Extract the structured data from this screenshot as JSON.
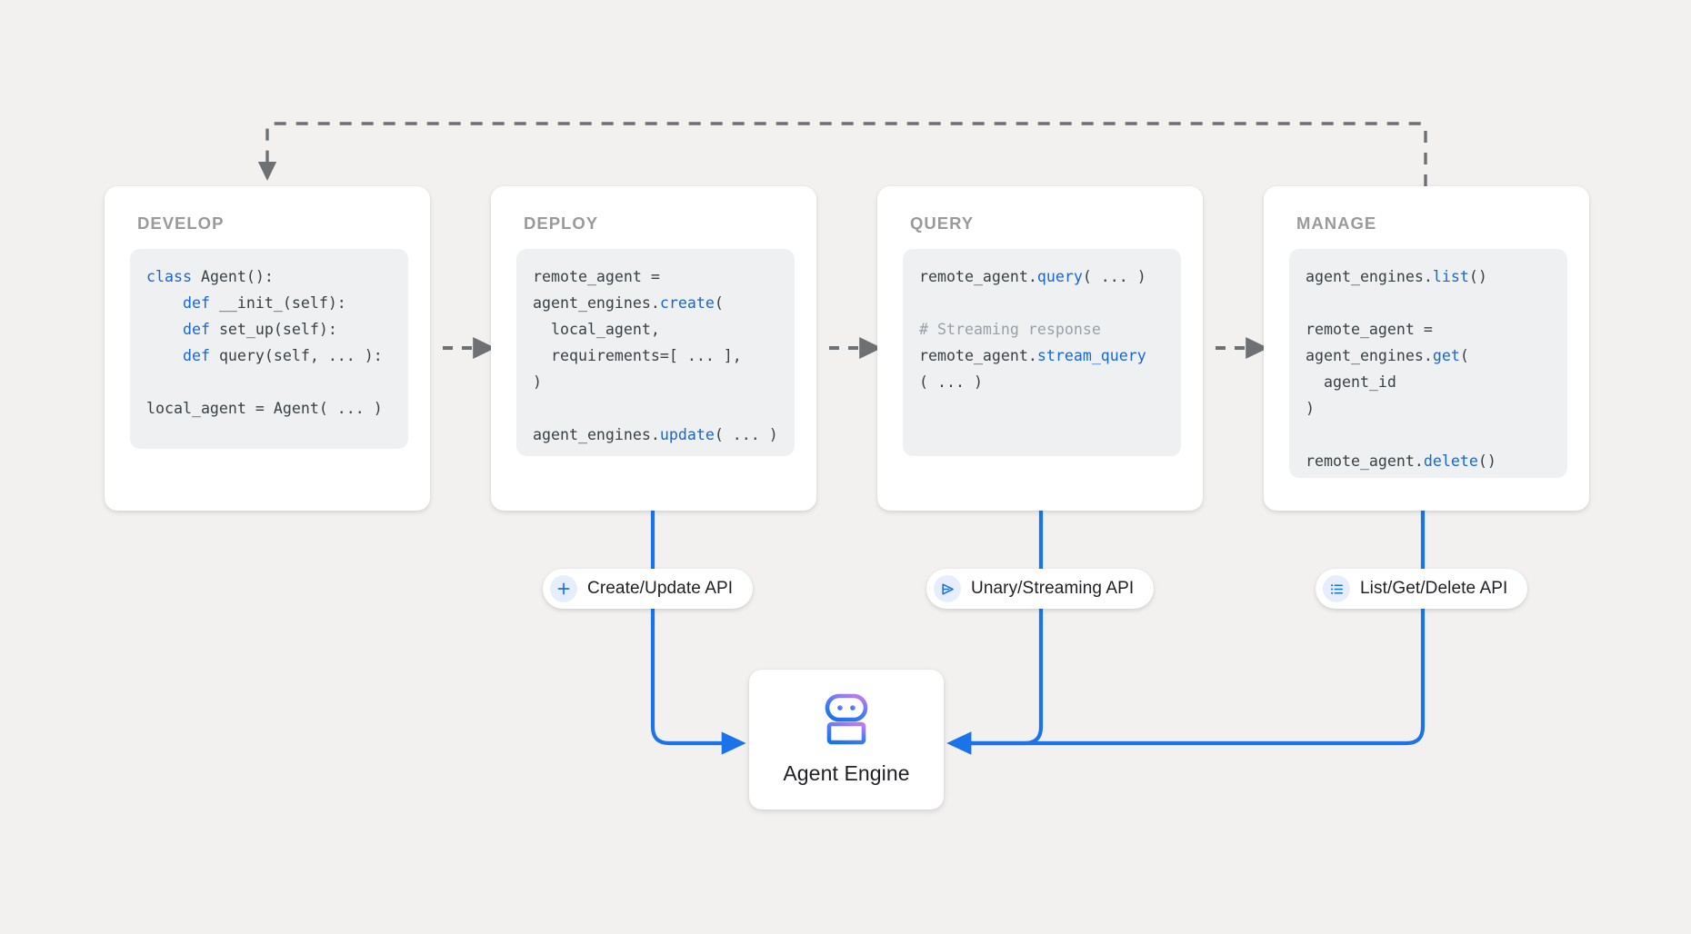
{
  "canvas": {
    "background_color": "#f2f1ef",
    "accent_blue": "#1a73e8",
    "code_keyword_color": "#1967d2",
    "comment_color": "#9aa0a6",
    "dashed_arrow_color": "#6e7174"
  },
  "stages": [
    {
      "title": "DEVELOP",
      "code_lines": [
        [
          {
            "t": "class ",
            "s": "kw"
          },
          {
            "t": "Agent():",
            "s": "plain"
          }
        ],
        [
          {
            "t": "    ",
            "s": "plain"
          },
          {
            "t": "def ",
            "s": "kw"
          },
          {
            "t": "__init_(self):",
            "s": "plain"
          }
        ],
        [
          {
            "t": "    ",
            "s": "plain"
          },
          {
            "t": "def ",
            "s": "kw"
          },
          {
            "t": "set_up(self):",
            "s": "plain"
          }
        ],
        [
          {
            "t": "    ",
            "s": "plain"
          },
          {
            "t": "def ",
            "s": "kw"
          },
          {
            "t": "query(self, ... ):",
            "s": "plain"
          }
        ],
        [
          {
            "t": "",
            "s": "plain"
          }
        ],
        [
          {
            "t": "local_agent = Agent( ... )",
            "s": "plain"
          }
        ]
      ]
    },
    {
      "title": "DEPLOY",
      "code_lines": [
        [
          {
            "t": "remote_agent =",
            "s": "plain"
          }
        ],
        [
          {
            "t": "agent_engines.",
            "s": "plain"
          },
          {
            "t": "create",
            "s": "fn"
          },
          {
            "t": "(",
            "s": "plain"
          }
        ],
        [
          {
            "t": "  local_agent,",
            "s": "plain"
          }
        ],
        [
          {
            "t": "  requirements=[ ... ],",
            "s": "plain"
          }
        ],
        [
          {
            "t": ")",
            "s": "plain"
          }
        ],
        [
          {
            "t": "",
            "s": "plain"
          }
        ],
        [
          {
            "t": "agent_engines.",
            "s": "plain"
          },
          {
            "t": "update",
            "s": "fn"
          },
          {
            "t": "( ... )",
            "s": "plain"
          }
        ]
      ]
    },
    {
      "title": "QUERY",
      "code_lines": [
        [
          {
            "t": "remote_agent.",
            "s": "plain"
          },
          {
            "t": "query",
            "s": "fn"
          },
          {
            "t": "( ... )",
            "s": "plain"
          }
        ],
        [
          {
            "t": "",
            "s": "plain"
          }
        ],
        [
          {
            "t": "# Streaming response",
            "s": "cmt"
          }
        ],
        [
          {
            "t": "remote_agent.",
            "s": "plain"
          },
          {
            "t": "stream_query",
            "s": "fn"
          }
        ],
        [
          {
            "t": "( ... )",
            "s": "plain"
          }
        ]
      ]
    },
    {
      "title": "MANAGE",
      "code_lines": [
        [
          {
            "t": "agent_engines.",
            "s": "plain"
          },
          {
            "t": "list",
            "s": "fn"
          },
          {
            "t": "()",
            "s": "plain"
          }
        ],
        [
          {
            "t": "",
            "s": "plain"
          }
        ],
        [
          {
            "t": "remote_agent =",
            "s": "plain"
          }
        ],
        [
          {
            "t": "agent_engines.",
            "s": "plain"
          },
          {
            "t": "get",
            "s": "fn"
          },
          {
            "t": "(",
            "s": "plain"
          }
        ],
        [
          {
            "t": "  agent_id",
            "s": "plain"
          }
        ],
        [
          {
            "t": ")",
            "s": "plain"
          }
        ],
        [
          {
            "t": "",
            "s": "plain"
          }
        ],
        [
          {
            "t": "remote_agent.",
            "s": "plain"
          },
          {
            "t": "delete",
            "s": "fn"
          },
          {
            "t": "()",
            "s": "plain"
          }
        ]
      ]
    }
  ],
  "api_pills": [
    {
      "label": "Create/Update API",
      "icon": "plus-icon"
    },
    {
      "label": "Unary/Streaming API",
      "icon": "send-triangle-icon"
    },
    {
      "label": "List/Get/Delete API",
      "icon": "list-icon"
    }
  ],
  "agent_engine": {
    "label": "Agent Engine",
    "icon": "robot-icon",
    "icon_gradient_from": "#b47cf0",
    "icon_gradient_to": "#1a73e8"
  },
  "connectors": {
    "stage_flow_style": "dashed-gray-arrow",
    "feedback_loop": "manage-back-to-develop",
    "api_line_style": "solid-blue-arrow"
  }
}
